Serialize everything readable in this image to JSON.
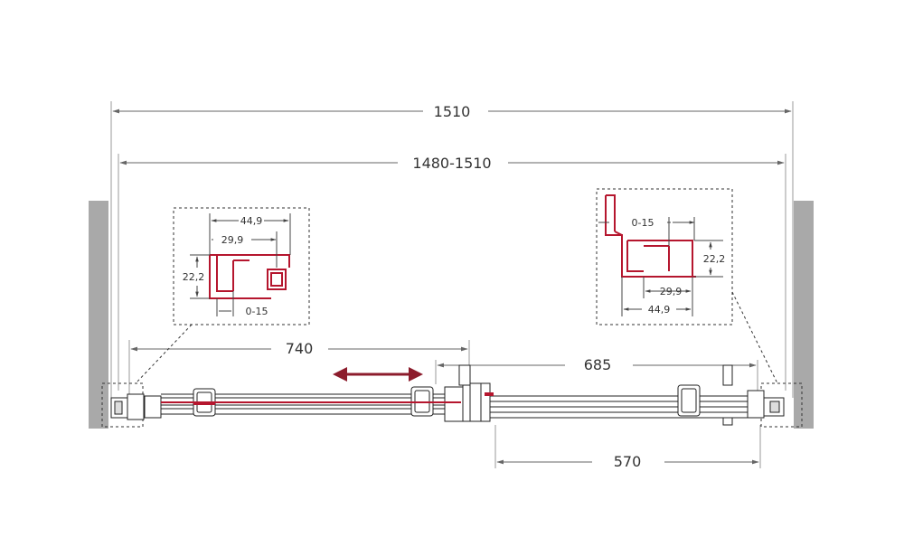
{
  "dimensions": {
    "total_width": "1510",
    "adjust_range": "1480-1510",
    "left_door": "740",
    "right_door": "685",
    "fixed_panel": "570"
  },
  "left_detail": {
    "outer_width": "44,9",
    "inner_width": "29,9",
    "height": "22,2",
    "adjust": "0-15"
  },
  "right_detail": {
    "outer_width": "44,9",
    "inner_width": "29,9",
    "height": "22,2",
    "adjust": "0-15"
  },
  "colors": {
    "profile": "#b5162e",
    "arrow": "#8c1c2c",
    "wall": "#a9a9a9",
    "line": "#666666",
    "dashed": "#333333"
  }
}
